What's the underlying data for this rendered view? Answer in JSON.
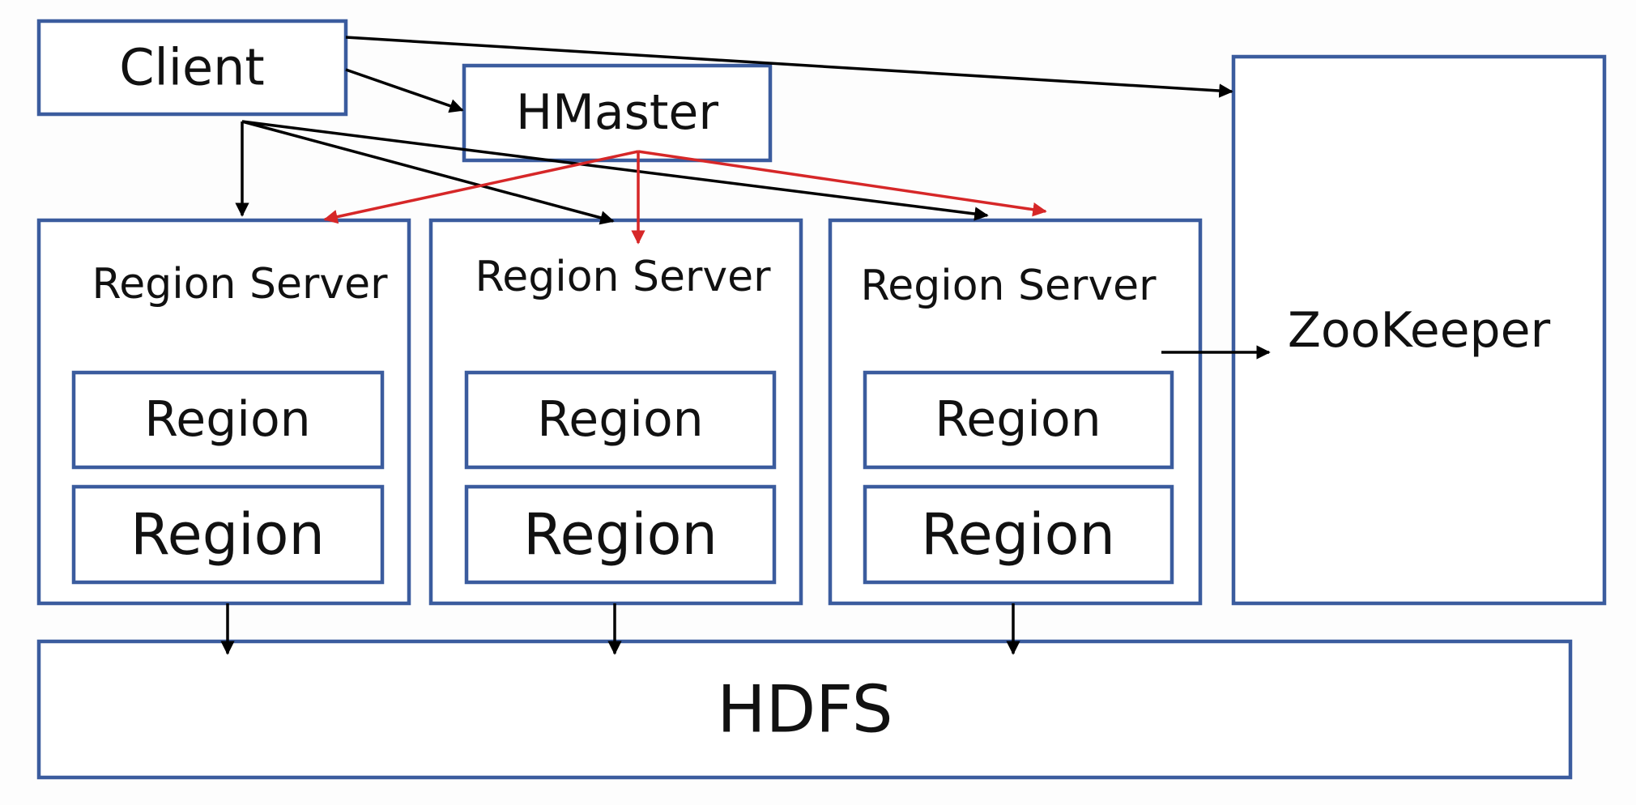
{
  "nodes": {
    "client": "Client",
    "hmaster": "HMaster",
    "zookeeper": "ZooKeeper",
    "hdfs": "HDFS",
    "region_servers": [
      {
        "label": "Region Server",
        "regions": [
          "Region",
          "Region"
        ]
      },
      {
        "label": "Region Server",
        "regions": [
          "Region",
          "Region"
        ]
      },
      {
        "label": "Region Server",
        "regions": [
          "Region",
          "Region"
        ]
      }
    ]
  },
  "colors": {
    "box_border": "#3b5c9e",
    "client_arrows": "#000000",
    "hmaster_arrows": "#d62728"
  }
}
